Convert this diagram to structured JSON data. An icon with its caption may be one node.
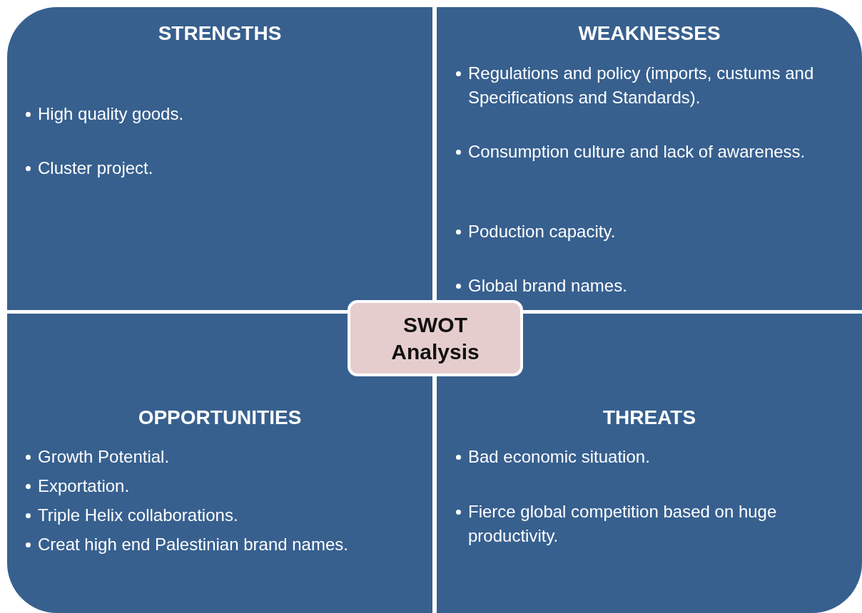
{
  "diagram": {
    "nodes": [
      {
        "text": [
          "STRENGTHS",
          "High quality goods.",
          "Cluster project."
        ]
      },
      {
        "text": [
          "WEAKNESSES",
          "Regulations and policy (imports, custums and Specifications and Standards).",
          "Consumption culture and lack of awareness.",
          "Poduction capacity.",
          "Global brand names."
        ]
      },
      {
        "text": [
          "OPPORTUNITIES",
          "Growth Potential.",
          "Exportation.",
          "Triple Helix collaborations.",
          "Creat high end Palestinian brand names."
        ]
      },
      {
        "text": [
          "THREATS",
          "Bad economic situation.",
          "Fierce global competition based on huge productivity."
        ]
      },
      {
        "text": [
          "SWOT Analysis"
        ]
      }
    ]
  }
}
